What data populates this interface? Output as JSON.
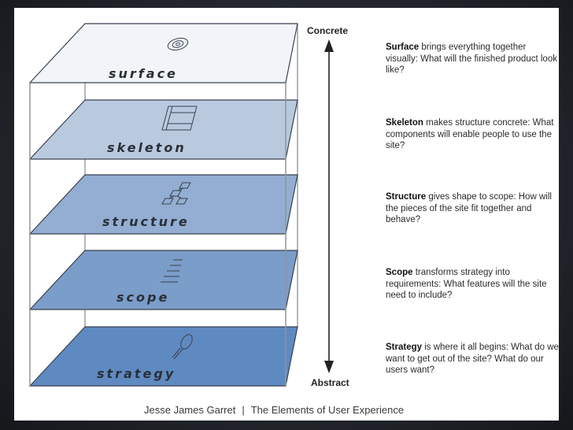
{
  "axis": {
    "top_label": "Concrete",
    "bottom_label": "Abstract"
  },
  "layers": [
    {
      "label": "surface",
      "icon": "eye-icon",
      "color": "#f1f4f9",
      "desc_bold": "Surface",
      "desc_rest": " brings everything together visually: What will the finished product look like?"
    },
    {
      "label": "skeleton",
      "icon": "wireframe-icon",
      "color": "#b9c9de",
      "desc_bold": "Skeleton",
      "desc_rest": " makes structure concrete: What components will enable people to use the site?"
    },
    {
      "label": "structure",
      "icon": "flowchart-icon",
      "color": "#93aed2",
      "desc_bold": "Structure",
      "desc_rest": " gives shape to scope: How will the pieces of the site fit together and behave?"
    },
    {
      "label": "scope",
      "icon": "list-icon",
      "color": "#7b9dc9",
      "desc_bold": "Scope",
      "desc_rest": " transforms strategy into requirements: What features will the site need to include?"
    },
    {
      "label": "strategy",
      "icon": "lightbulb-icon",
      "color": "#5f8ac1",
      "desc_bold": "Strategy",
      "desc_rest": " is where it all begins: What do we want to get out of the site? What do our users want?"
    }
  ],
  "caption": {
    "author": "Jesse James Garret",
    "separator": "|",
    "title": "The Elements of User Experience"
  }
}
